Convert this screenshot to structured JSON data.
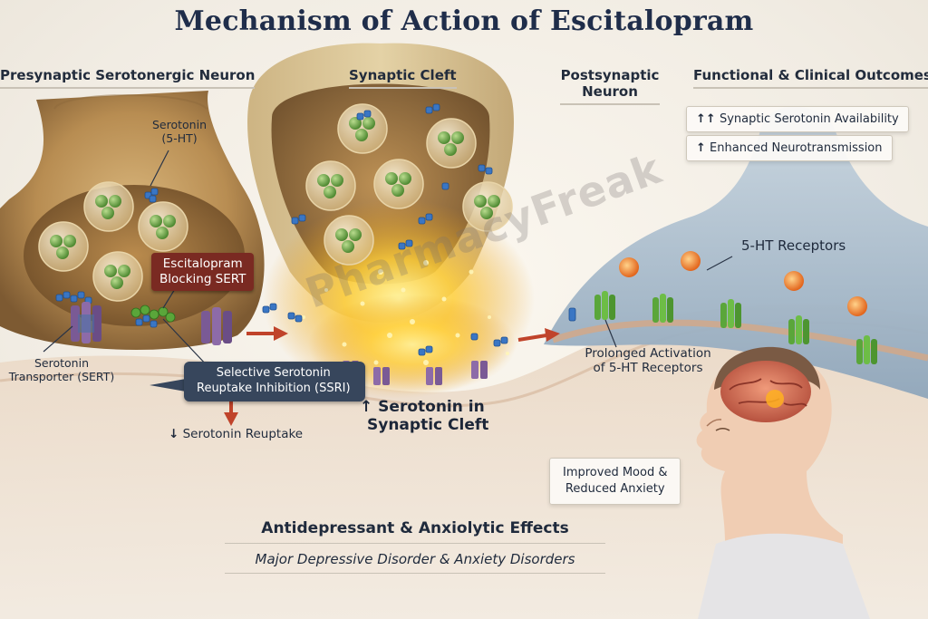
{
  "title": "Mechanism of Action of Escitalopram",
  "headers": {
    "presynaptic": "Presynaptic Serotonergic Neuron",
    "cleft": "Synaptic Cleft",
    "postsynaptic_line1": "Postsynaptic",
    "postsynaptic_line2": "Neuron",
    "outcomes": "Functional & Clinical Outcomes"
  },
  "labels": {
    "serotonin_line1": "Serotonin",
    "serotonin_line2": "(5-HT)",
    "sert_line1": "Serotonin",
    "sert_line2": "Transporter (SERT)",
    "escitalopram_line1": "Escitalopram",
    "escitalopram_line2": "Blocking SERT",
    "ssri_line1": "Selective Serotonin",
    "ssri_line2": "Reuptake Inhibition (SSRI)",
    "reuptake": "Serotonin Reuptake",
    "cleft_serotonin_line1": "Serotonin in",
    "cleft_serotonin_line2": "Synaptic Cleft",
    "receptors": "5-HT Receptors",
    "prolonged_line1": "Prolonged Activation",
    "prolonged_line2": "of 5-HT Receptors",
    "mood_line1": "Improved Mood &",
    "mood_line2": "Reduced Anxiety"
  },
  "outcomes": [
    {
      "arrows": "↑↑",
      "text": "Synaptic Serotonin Availability"
    },
    {
      "arrows": "↑",
      "text": "Enhanced Neurotransmission"
    }
  ],
  "arrows": {
    "down": "↓",
    "up": "↑"
  },
  "effects": {
    "title": "Antidepressant & Anxiolytic Effects",
    "subtitle": "Major Depressive Disorder & Anxiety Disorders"
  },
  "watermark": "PharmacyFreak",
  "colors": {
    "title": "#1f2d4a",
    "escitalopram_box": "#7a2a22",
    "ssri_box": "#37465c",
    "vesicle_green": "#6fa24a",
    "receptor_green": "#5aa63a",
    "sert_purple": "#7a5a95",
    "serotonin_blue": "#3a76c4",
    "arrow_red": "#c0432a",
    "glow_yellow": "#ffd23a"
  }
}
